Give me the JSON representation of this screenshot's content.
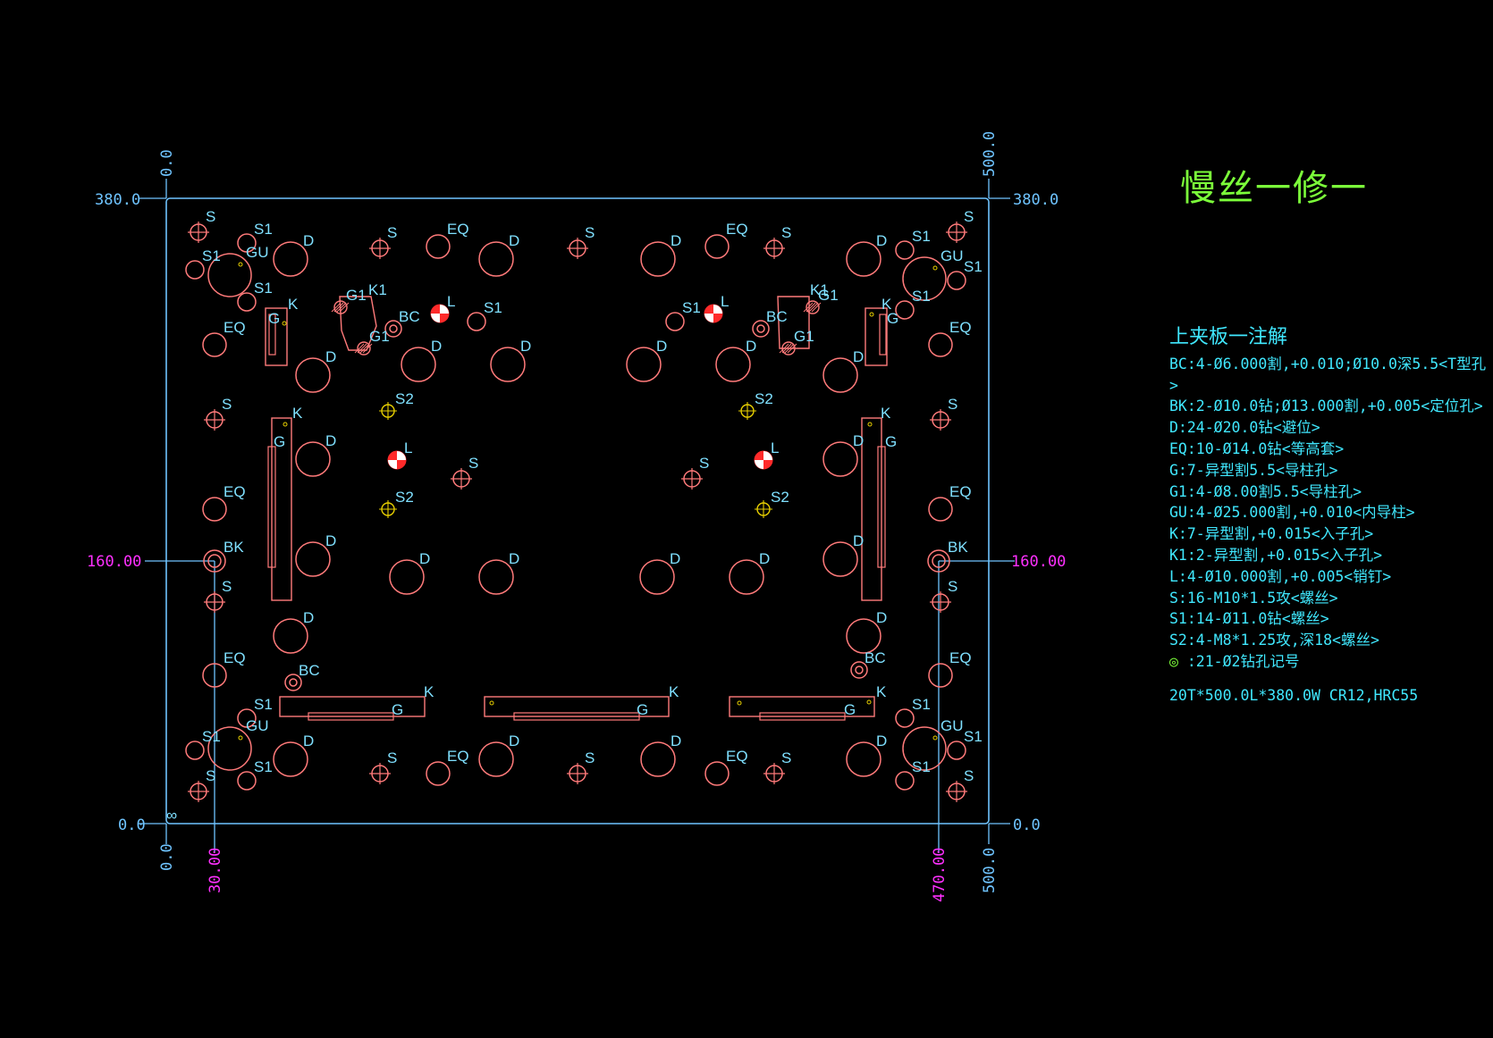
{
  "title": "慢丝一修一",
  "notes": {
    "heading": "上夹板一注解",
    "lines": [
      "BC:4-Ø6.000割,+0.010;Ø10.0深5.5<T型孔>",
      "BK:2-Ø10.0钻;Ø13.000割,+0.005<定位孔>",
      "D:24-Ø20.0钻<避位>",
      "EQ:10-Ø14.0钻<等高套>",
      "G:7-异型割5.5<导柱孔>",
      "G1:4-Ø8.00割5.5<导柱孔>",
      "GU:4-Ø25.000割,+0.010<内导柱>",
      "K:7-异型割,+0.015<入子孔>",
      "K1:2-异型割,+0.015<入子孔>",
      "L:4-Ø10.000割,+0.005<销钉>",
      "S:16-M10*1.5攻<螺丝>",
      "S1:14-Ø11.0钻<螺丝>",
      "S2:4-M8*1.25攻,深18<螺丝>"
    ],
    "mark_symbol": "◎",
    "mark_line": ":21-Ø2钻孔记号",
    "spec": "20T*500.0L*380.0W    CR12,HRC55"
  },
  "dims": {
    "top_left": "380.0",
    "top_right": "380.0",
    "bottom_left": "0.0",
    "bottom_right": "0.0",
    "x_left_top": "0.0",
    "x_right_top": "500.0",
    "x_left_bottom": "0.0",
    "x_right_bottom": "500.0",
    "mid_left": "160.00",
    "mid_right": "160.00",
    "x_30": "30.00",
    "x_470": "470.00"
  },
  "colors": {
    "background": "#000000",
    "outline": "#6fc4ff",
    "hole": "#ff7a7a",
    "label": "#7fe0ff",
    "dimension": "#6fc4ff",
    "highlight_dimension": "#ff30ff",
    "dowel": "#ff2a2a",
    "tap_s2": "#e8d000",
    "title": "#7cff3a"
  }
}
